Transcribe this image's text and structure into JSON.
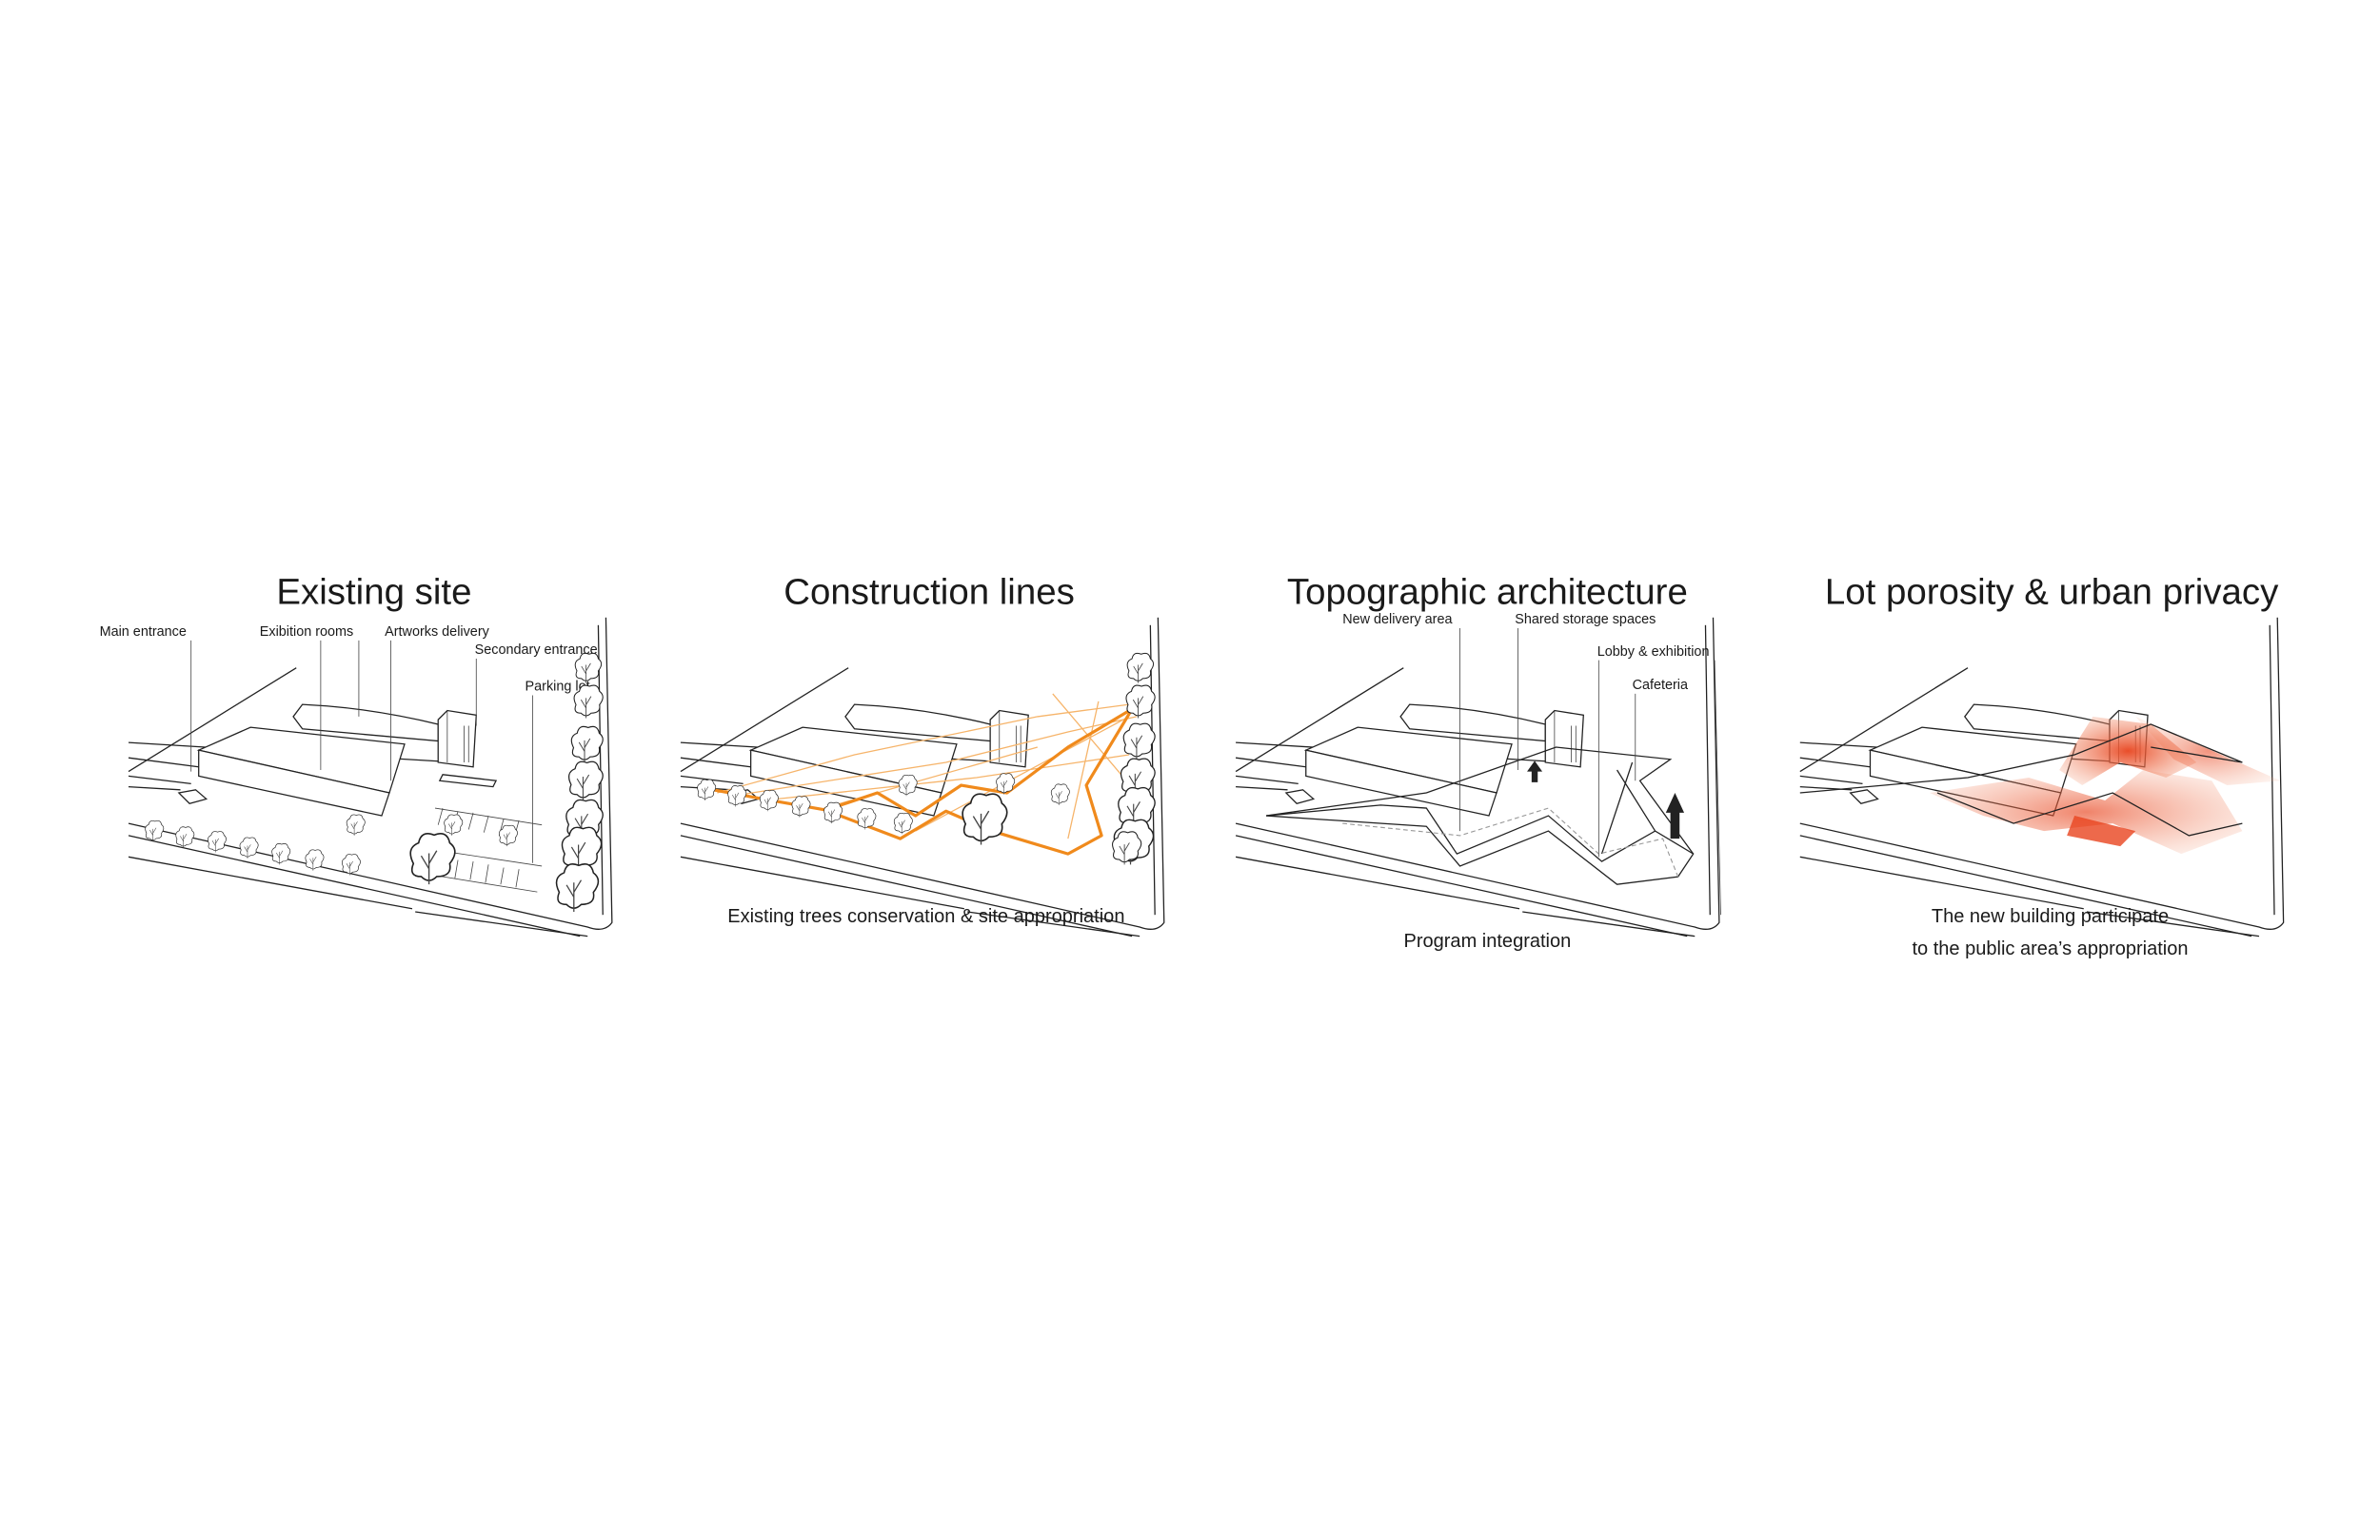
{
  "colors": {
    "accent_orange": "#f08a1c",
    "accent_red": "#e8441e",
    "line": "#222222"
  },
  "panels": [
    {
      "title": "Existing site",
      "labels": [
        "Main entrance",
        "Exibition rooms",
        "Artworks delivery",
        "Secondary entrance",
        "Parking lot"
      ]
    },
    {
      "title": "Construction lines",
      "caption": "Existing trees conservation & site appropriation"
    },
    {
      "title": "Topographic architecture",
      "labels": [
        "New delivery area",
        "Shared storage spaces",
        "Lobby & exhibition",
        "Cafeteria"
      ],
      "caption": "Program integration"
    },
    {
      "title": "Lot porosity & urban privacy",
      "caption_lines": [
        "The new building participate",
        "to the public area’s appropriation"
      ]
    }
  ]
}
